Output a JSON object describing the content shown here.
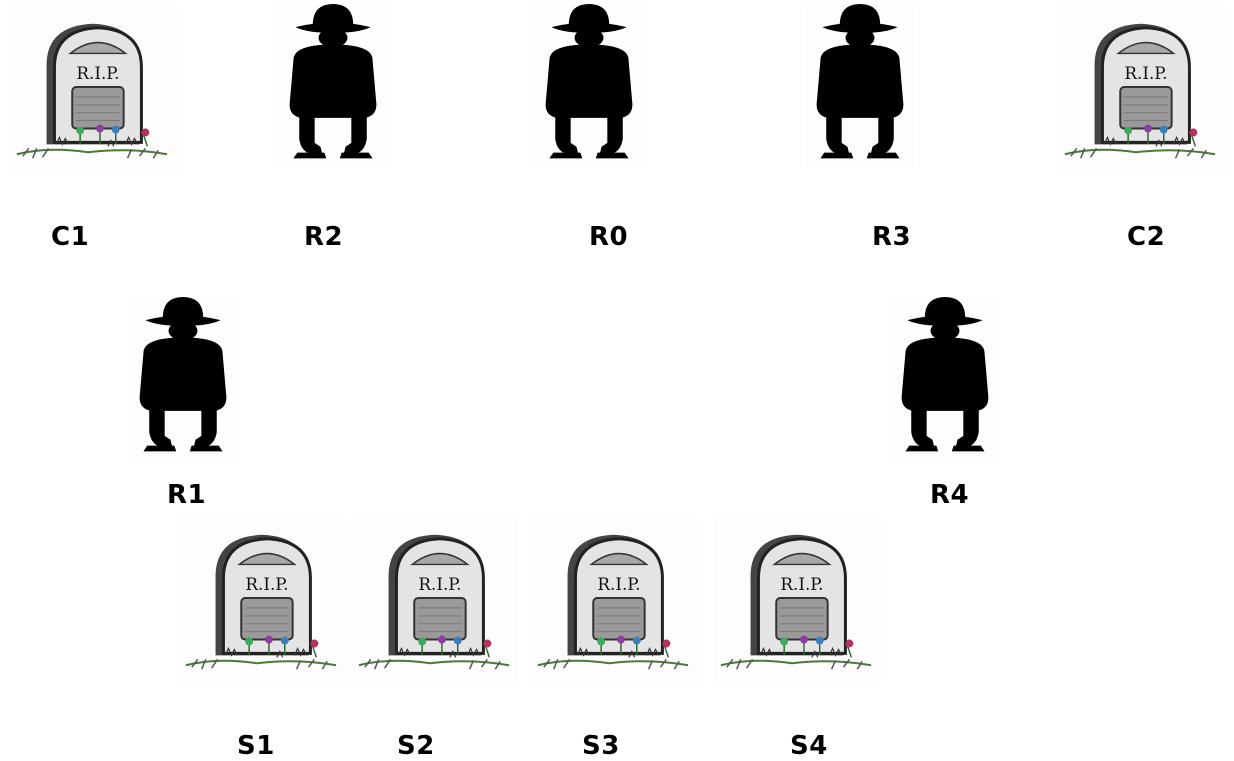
{
  "labels": {
    "c1": "C1",
    "r2": "R2",
    "r0": "R0",
    "r3": "R3",
    "c2": "C2",
    "r1": "R1",
    "r4": "R4",
    "s1": "S1",
    "s2": "S2",
    "s3": "S3",
    "s4": "S4"
  },
  "tombstone_text": "R.I.P.",
  "icons": {
    "tombstone": "tombstone-icon",
    "robber": "robber-silhouette-icon"
  },
  "colors": {
    "silhouette": "#000000",
    "stone_face": "#e4e4e4",
    "stone_plaque": "#9a9a9a",
    "stone_outline": "#222222",
    "grass": "#4a7a3a",
    "flower_green": "#3cab5a",
    "flower_purple": "#8a3fa0",
    "flower_blue": "#3b7fc0",
    "flower_red": "#b83060"
  }
}
